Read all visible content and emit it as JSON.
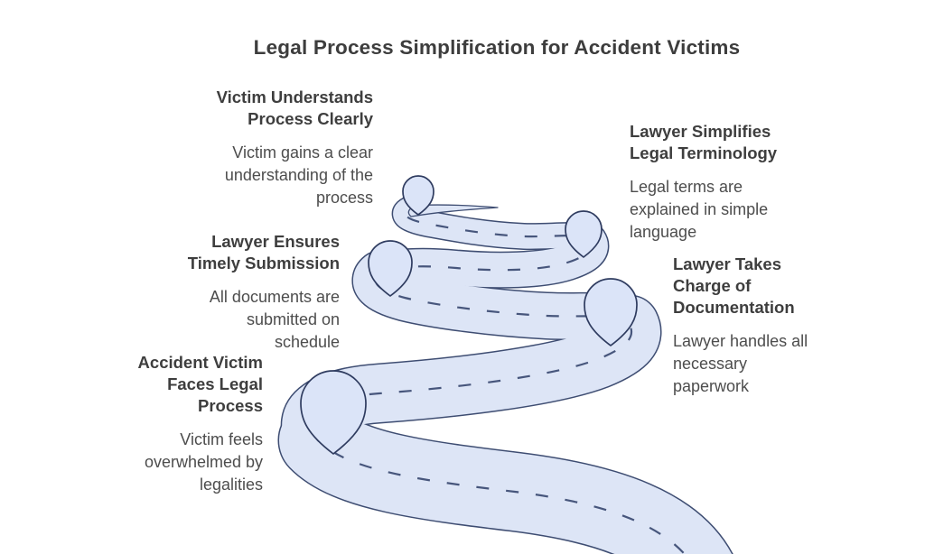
{
  "title": "Legal Process Simplification for Accident Victims",
  "milestones": [
    {
      "order": 1,
      "side": "left",
      "heading": "Accident Victim\nFaces Legal\nProcess",
      "description": "Victim feels\noverwhelmed by\nlegalities"
    },
    {
      "order": 2,
      "side": "right",
      "heading": "Lawyer Takes\nCharge of\nDocumentation",
      "description": "Lawyer handles all\nnecessary\npaperwork"
    },
    {
      "order": 3,
      "side": "left",
      "heading": "Lawyer Ensures\nTimely Submission",
      "description": "All documents are\nsubmitted on\nschedule"
    },
    {
      "order": 4,
      "side": "right",
      "heading": "Lawyer Simplifies\nLegal Terminology",
      "description": "Legal terms are\nexplained in simple\nlanguage"
    },
    {
      "order": 5,
      "side": "left",
      "heading": "Victim Understands\nProcess Clearly",
      "description": "Victim gains a clear\nunderstanding of the\nprocess"
    }
  ],
  "colors": {
    "background": "#ffffff",
    "title_text": "#3d3d3d",
    "heading_text": "#3e3e3e",
    "body_text": "#4d4d4d",
    "road_fill": "#dde5f6",
    "road_edge": "#3e4d72",
    "road_dash": "#47567c",
    "pin_fill": "#dbe4f8",
    "pin_edge": "#2f3c60"
  }
}
